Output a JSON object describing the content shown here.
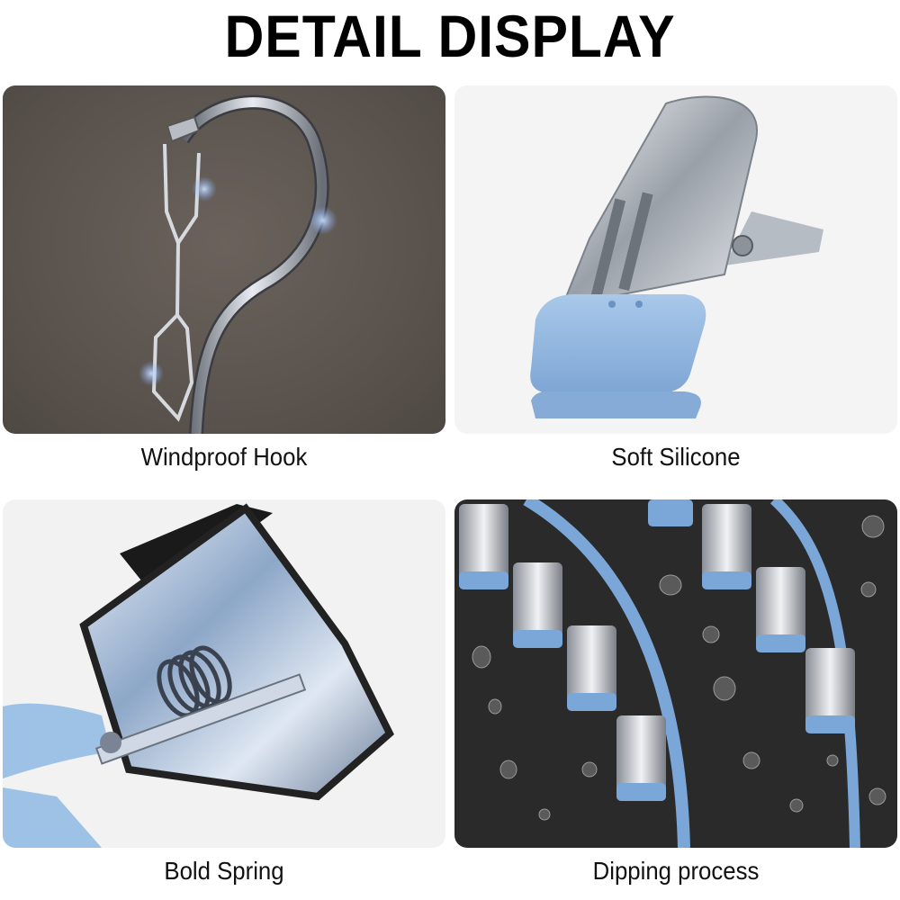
{
  "title": "DETAIL DISPLAY",
  "panels": [
    {
      "caption": "Windproof Hook",
      "image": "steel-hook-with-chain",
      "background": "#5e5852"
    },
    {
      "caption": "Soft Silicone",
      "image": "steel-clip-with-blue-silicone-tip",
      "background": "#f4f4f4"
    },
    {
      "caption": "Bold Spring",
      "image": "clip-spring-closeup",
      "background": "#f2f2f2"
    },
    {
      "caption": "Dipping process",
      "image": "clips-with-water-droplets",
      "background": "#2a2a2a"
    }
  ],
  "colors": {
    "accent_blue": "#8fb4dc",
    "steel": "#c8ccd2"
  }
}
